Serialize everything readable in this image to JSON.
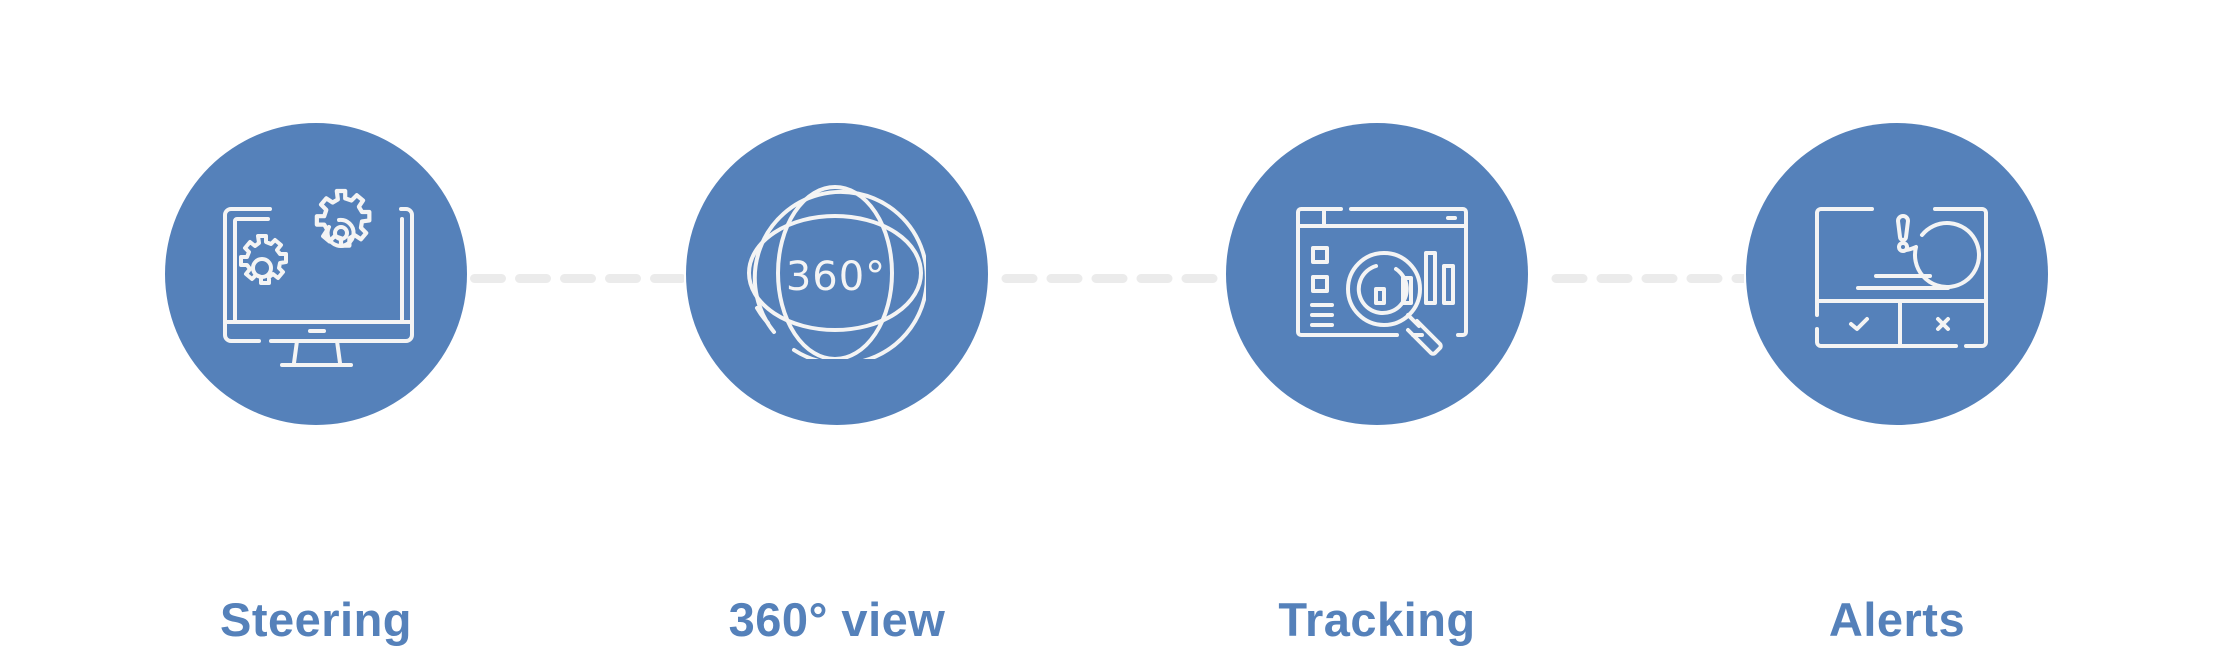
{
  "diagram": {
    "type": "process-steps",
    "accent_color": "#5581ba",
    "connector_color": "#ebebeb",
    "steps": [
      {
        "label": "Steering",
        "icon": "monitor-gears-icon"
      },
      {
        "label": "360° view",
        "icon": "globe-360-icon"
      },
      {
        "label": "Tracking",
        "icon": "analytics-magnifier-icon"
      },
      {
        "label": "Alerts",
        "icon": "alert-dialog-icon"
      }
    ]
  }
}
